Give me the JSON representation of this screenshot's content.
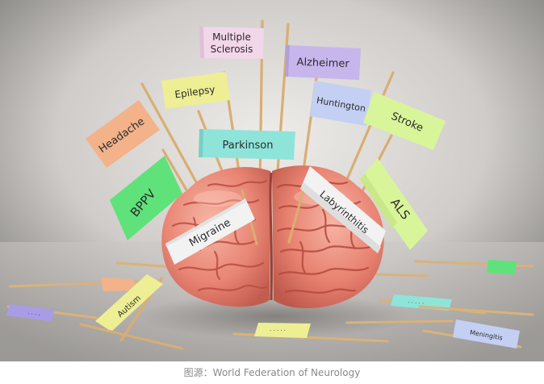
{
  "flags": {
    "multiple_sclerosis": [
      "Multiple",
      "Sclerosis"
    ],
    "alzheimer": "Alzheimer",
    "epilepsy": "Epilepsy",
    "huntington": "Huntington",
    "headache": "Headache",
    "stroke": "Stroke",
    "parkinson": "Parkinson",
    "bppv": "BPPV",
    "als": "ALS",
    "migraine": "Migraine",
    "labyrinthitis": "Labyrinthitis",
    "autism": "Autism",
    "meningitis": "Meningitis"
  },
  "colors": {
    "pink": "#f2d6ea",
    "purple": "#c7b6ec",
    "yellow": "#eeee94",
    "blue": "#c3d0f3",
    "orange": "#f3b289",
    "lime": "#d9f59a",
    "teal": "#8fe4da",
    "green": "#5fe27a",
    "white": "#f2f2f2",
    "brain": "#ec8f80"
  },
  "caption": "图源：World Federation of Neurology"
}
